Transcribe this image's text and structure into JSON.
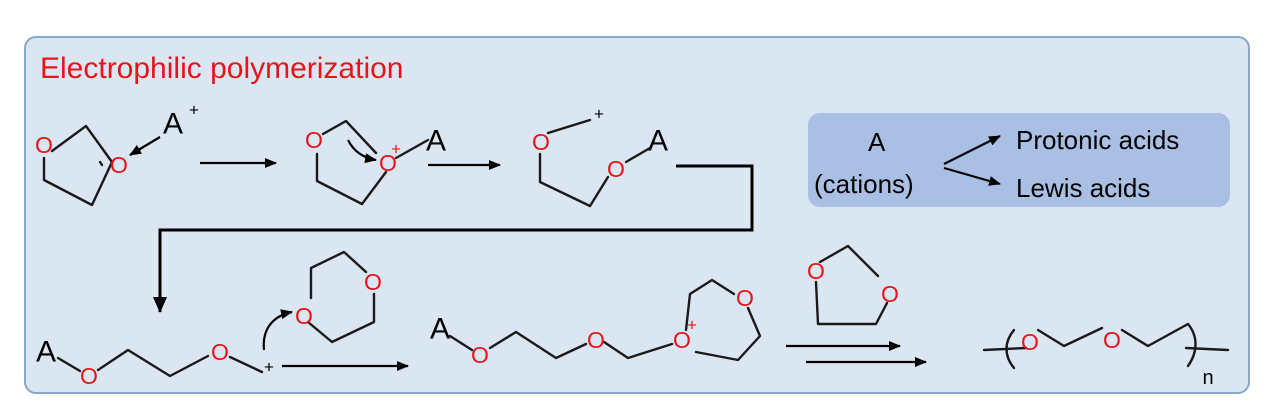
{
  "title": "Electrophilic polymerization",
  "labels": {
    "oxygen": "O",
    "initiator": "A",
    "plus": "+",
    "subscript_n": "n"
  },
  "legend": {
    "species": "A",
    "species_note": "(cations)",
    "branch_top": "Protonic acids",
    "branch_bottom": "Lewis acids"
  },
  "colors": {
    "title": "#e8141a",
    "oxygen": "#e8141a",
    "panel_bg": "#dbe6f3",
    "panel_border": "#8aa6c9",
    "legend_bg": "#a9bfe3"
  }
}
